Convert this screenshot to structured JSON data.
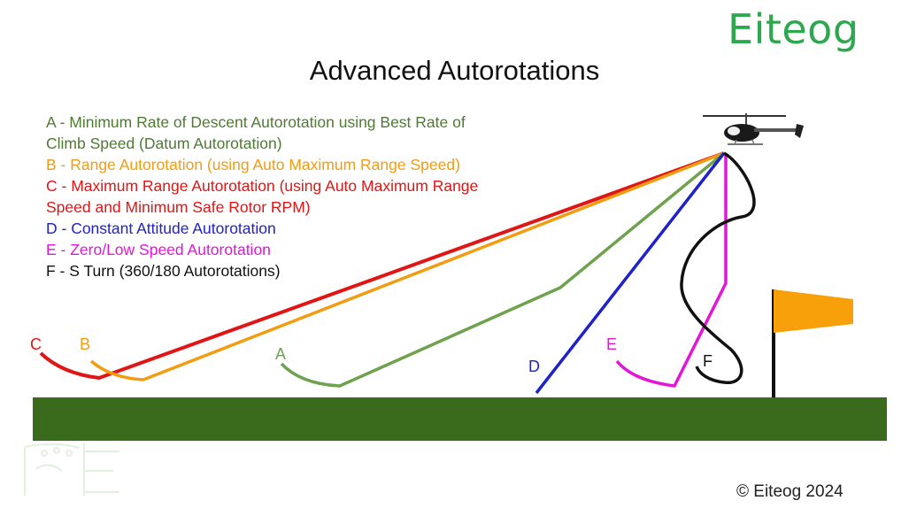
{
  "brand": "Eiteog",
  "title": "Advanced Autorotations",
  "legend": [
    {
      "id": "A",
      "lines": [
        "A - Minimum Rate of Descent Autorotation using Best Rate of",
        "Climb Speed (Datum Autorotation)"
      ],
      "color": "#5b8a3c"
    },
    {
      "id": "B",
      "lines": [
        "B - Range Autorotation (using Auto Maximum Range Speed)"
      ],
      "color": "#f29c11"
    },
    {
      "id": "C",
      "lines": [
        "C - Maximum Range Autorotation (using Auto Maximum Range",
        "Speed and Minimum Safe Rotor RPM)"
      ],
      "color": "#e01515"
    },
    {
      "id": "D",
      "lines": [
        "D - Constant Attitude Autorotation"
      ],
      "color": "#1f22c9"
    },
    {
      "id": "E",
      "lines": [
        "E - Zero/Low Speed Autorotation"
      ],
      "color": "#e216d6"
    },
    {
      "id": "F",
      "lines": [
        "F - S Turn (360/180 Autorotations)"
      ],
      "color": "#111111"
    }
  ],
  "path_labels": {
    "A": "A",
    "B": "B",
    "C": "C",
    "D": "D",
    "E": "E",
    "F": "F"
  },
  "colors": {
    "A": "#6fa24f",
    "B": "#f29c11",
    "C": "#e01515",
    "D": "#1f22c9",
    "E": "#e216d6",
    "F": "#111111",
    "ground": "#3a6b1c",
    "windsock": "#f7a00a"
  },
  "copyright": "© Eiteog 2024"
}
